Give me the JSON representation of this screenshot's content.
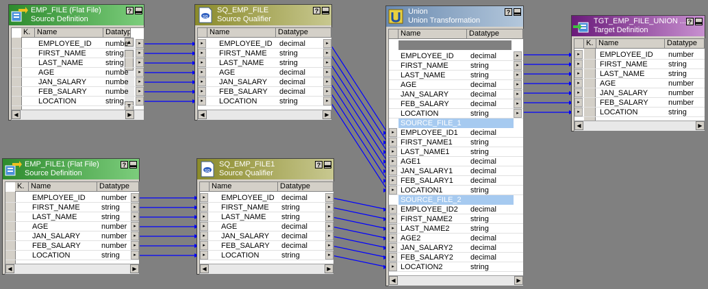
{
  "emp_file": {
    "title": "EMP_FILE (Flat File)",
    "subtitle": "Source Definition",
    "col_k": "K.",
    "col_name": "Name",
    "col_type": "Datatype",
    "rows": [
      {
        "name": "EMPLOYEE_ID",
        "type": "numbe"
      },
      {
        "name": "FIRST_NAME",
        "type": "string"
      },
      {
        "name": "LAST_NAME",
        "type": "string"
      },
      {
        "name": "AGE",
        "type": "numbe"
      },
      {
        "name": "JAN_SALARY",
        "type": "numbe"
      },
      {
        "name": "FEB_SALARY",
        "type": "numbe"
      },
      {
        "name": "LOCATION",
        "type": "string"
      }
    ]
  },
  "sq_emp_file": {
    "title": "SQ_EMP_FILE",
    "subtitle": "Source Qualifier",
    "col_name": "Name",
    "col_type": "Datatype",
    "rows": [
      {
        "name": "EMPLOYEE_ID",
        "type": "decimal"
      },
      {
        "name": "FIRST_NAME",
        "type": "string"
      },
      {
        "name": "LAST_NAME",
        "type": "string"
      },
      {
        "name": "AGE",
        "type": "decimal"
      },
      {
        "name": "JAN_SALARY",
        "type": "decimal"
      },
      {
        "name": "FEB_SALARY",
        "type": "decimal"
      },
      {
        "name": "LOCATION",
        "type": "string"
      }
    ]
  },
  "emp_file1": {
    "title": "EMP_FILE1 (Flat File)",
    "subtitle": "Source Definition",
    "col_k": "K.",
    "col_name": "Name",
    "col_type": "Datatype",
    "rows": [
      {
        "name": "EMPLOYEE_ID",
        "type": "number"
      },
      {
        "name": "FIRST_NAME",
        "type": "string"
      },
      {
        "name": "LAST_NAME",
        "type": "string"
      },
      {
        "name": "AGE",
        "type": "number"
      },
      {
        "name": "JAN_SALARY",
        "type": "number"
      },
      {
        "name": "FEB_SALARY",
        "type": "number"
      },
      {
        "name": "LOCATION",
        "type": "string"
      }
    ]
  },
  "sq_emp_file1": {
    "title": "SQ_EMP_FILE1",
    "subtitle": "Source Qualifier",
    "col_name": "Name",
    "col_type": "Datatype",
    "rows": [
      {
        "name": "EMPLOYEE_ID",
        "type": "decimal"
      },
      {
        "name": "FIRST_NAME",
        "type": "string"
      },
      {
        "name": "LAST_NAME",
        "type": "string"
      },
      {
        "name": "AGE",
        "type": "decimal"
      },
      {
        "name": "JAN_SALARY",
        "type": "decimal"
      },
      {
        "name": "FEB_SALARY",
        "type": "decimal"
      },
      {
        "name": "LOCATION",
        "type": "string"
      }
    ]
  },
  "union": {
    "title": "Union",
    "subtitle": "Union Transformation",
    "col_name": "Name",
    "col_type": "Datatype",
    "output_rows": [
      {
        "name": "EMPLOYEE_ID",
        "type": "decimal"
      },
      {
        "name": "FIRST_NAME",
        "type": "string"
      },
      {
        "name": "LAST_NAME",
        "type": "string"
      },
      {
        "name": "AGE",
        "type": "decimal"
      },
      {
        "name": "JAN_SALARY",
        "type": "decimal"
      },
      {
        "name": "FEB_SALARY",
        "type": "decimal"
      },
      {
        "name": "LOCATION",
        "type": "string"
      }
    ],
    "group1": "SOURCE_FILE_1",
    "group1_rows": [
      {
        "name": "EMPLOYEE_ID1",
        "type": "decimal"
      },
      {
        "name": "FIRST_NAME1",
        "type": "string"
      },
      {
        "name": "LAST_NAME1",
        "type": "string"
      },
      {
        "name": "AGE1",
        "type": "decimal"
      },
      {
        "name": "JAN_SALARY1",
        "type": "decimal"
      },
      {
        "name": "FEB_SALARY1",
        "type": "decimal"
      },
      {
        "name": "LOCATION1",
        "type": "string"
      }
    ],
    "group2": "SOURCE_FILE_2",
    "group2_rows": [
      {
        "name": "EMPLOYEE_ID2",
        "type": "decimal"
      },
      {
        "name": "FIRST_NAME2",
        "type": "string"
      },
      {
        "name": "LAST_NAME2",
        "type": "string"
      },
      {
        "name": "AGE2",
        "type": "decimal"
      },
      {
        "name": "JAN_SALARY2",
        "type": "decimal"
      },
      {
        "name": "FEB_SALARY2",
        "type": "decimal"
      },
      {
        "name": "LOCATION2",
        "type": "string"
      }
    ]
  },
  "target": {
    "title": "TGT_EMP_FILE_UNION ...",
    "subtitle": "Target Definition",
    "col_k": "K.",
    "col_name": "Name",
    "col_type": "Datatype",
    "rows": [
      {
        "name": "EMPLOYEE_ID",
        "type": "number"
      },
      {
        "name": "FIRST_NAME",
        "type": "string"
      },
      {
        "name": "LAST_NAME",
        "type": "string"
      },
      {
        "name": "AGE",
        "type": "number"
      },
      {
        "name": "JAN_SALARY",
        "type": "number"
      },
      {
        "name": "FEB_SALARY",
        "type": "number"
      },
      {
        "name": "LOCATION",
        "type": "string"
      }
    ]
  },
  "buttons": {
    "help": "?",
    "minimize": "▬"
  },
  "colors": {
    "link": "#0000ff",
    "group_row": "#a6caf0"
  }
}
